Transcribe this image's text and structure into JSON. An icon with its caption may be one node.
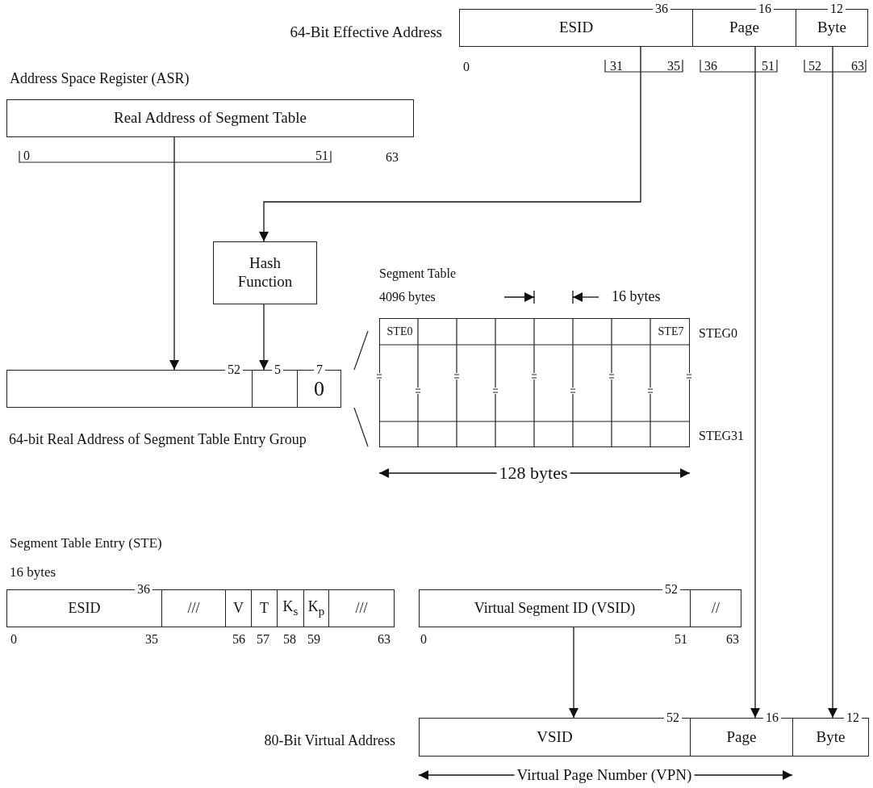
{
  "diagram": {
    "nodes": [
      {
        "text": [
          "ESID"
        ]
      },
      {
        "text": [
          "Page"
        ]
      },
      {
        "text": [
          "Byte"
        ]
      },
      {
        "text": [
          "Real Address of Segment Table"
        ]
      },
      {
        "text": [
          "Hash Function"
        ]
      },
      {
        "text": [],
        "shape": "box"
      },
      {
        "text": [],
        "shape": "box"
      },
      {
        "text": [
          "0"
        ]
      },
      {
        "text": [],
        "shape": "box"
      },
      {
        "text": [
          "STE0"
        ],
        "in": 8
      },
      {
        "text": [
          "STE7"
        ],
        "in": 8
      },
      {
        "text": [
          "ESID"
        ]
      },
      {
        "text": [
          "///"
        ]
      },
      {
        "text": [
          "V"
        ]
      },
      {
        "text": [
          "T"
        ]
      },
      {
        "text": [
          "K$_{s}$"
        ]
      },
      {
        "text": [
          "K$_{p}$"
        ]
      },
      {
        "text": [
          "///"
        ]
      },
      {
        "text": [
          "Virtual Segment ID (VSID)"
        ]
      },
      {
        "text": [
          "//"
        ]
      },
      {
        "text": [
          "VSID"
        ]
      },
      {
        "text": [
          "Page"
        ]
      },
      {
        "text": [
          "Byte"
        ]
      }
    ],
    "edges": [
      {
        "from": 3,
        "to": 5,
        "arrow": "to"
      },
      {
        "from": 0,
        "to": 4,
        "arrow": "to"
      },
      {
        "from": 4,
        "to": 6,
        "arrow": "to"
      },
      {
        "from": 1,
        "to": 21,
        "arrow": "to"
      },
      {
        "from": 2,
        "to": 22,
        "arrow": "to"
      },
      {
        "from": 18,
        "to": 20,
        "arrow": "to"
      }
    ],
    "labels": [
      "64-Bit Effective Address",
      "36",
      "16",
      "12",
      "0",
      "31",
      "35",
      "36",
      "51",
      "52",
      "63",
      "Address Space Register (ASR)",
      "0",
      "51",
      "63",
      "52",
      "5",
      "7",
      "Segment Table",
      "4096 bytes",
      "16 bytes",
      "STEG0",
      "STEG31",
      "64-bit Real Address of Segment Table Entry Group",
      "128 bytes",
      "Segment Table Entry (STE)",
      "16 bytes",
      "36",
      "0",
      "35",
      "56",
      "57",
      "58",
      "59",
      "63",
      "52",
      "0",
      "51",
      "63",
      "80-Bit Virtual Address",
      "52",
      "16",
      "12",
      "Virtual Page Number (VPN)"
    ]
  }
}
